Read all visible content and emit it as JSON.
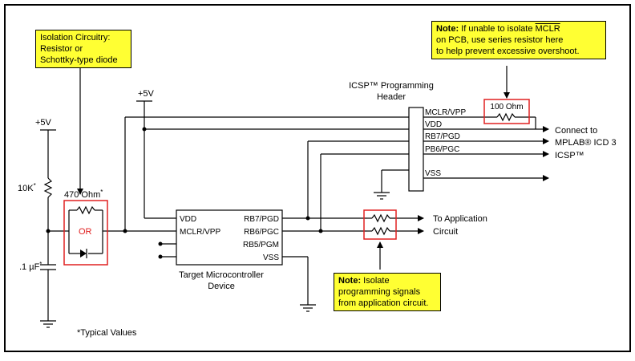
{
  "notes": {
    "isolation": {
      "line1": "Isolation Circuitry:",
      "line2": "Resistor or",
      "line3": "Schottky-type diode"
    },
    "mclr": {
      "prefix": "Note:",
      "t1": " If unable to isolate ",
      "t1_over": "MCLR",
      "line2": "on PCB, use series resistor here",
      "line3": "to help prevent excessive overshoot."
    },
    "isolate": {
      "prefix": "Note:",
      "t1": " Isolate",
      "line2": "programming signals",
      "line3": "from application circuit."
    }
  },
  "labels": {
    "plus5v_left": "+5V",
    "plus5v_mid": "+5V",
    "r10k": "10K",
    "r10k_star": "*",
    "r470": "470 Ohm",
    "r470_star": "*",
    "or": "OR",
    "cap": ".1 µF",
    "cap_star": "*",
    "typical": "*Typical Values",
    "header_title1": "ICSP™ Programming",
    "header_title2": "Header",
    "r100": "100 Ohm",
    "connect1": "Connect to",
    "connect2": "MPLAB® ICD 3",
    "connect3": "ICSP™",
    "to_app1": "To Application",
    "to_app2": "Circuit",
    "device1": "Target Microcontroller",
    "device2": "Device"
  },
  "pins": {
    "header": {
      "mclr": "MCLR/VPP",
      "vdd": "VDD",
      "rb7": "RB7/PGD",
      "pb6": "PB6/PGC",
      "vss": "VSS"
    },
    "mcu": {
      "vdd": "VDD",
      "mclr": "MCLR/VPP",
      "rb7": "RB7/PGD",
      "rb6": "RB6/PGC",
      "rb5": "RB5/PGM",
      "vss": "VSS"
    }
  },
  "colors": {
    "note_bg": "#ffff33",
    "highlight": "#e02020",
    "wire": "#000000"
  }
}
